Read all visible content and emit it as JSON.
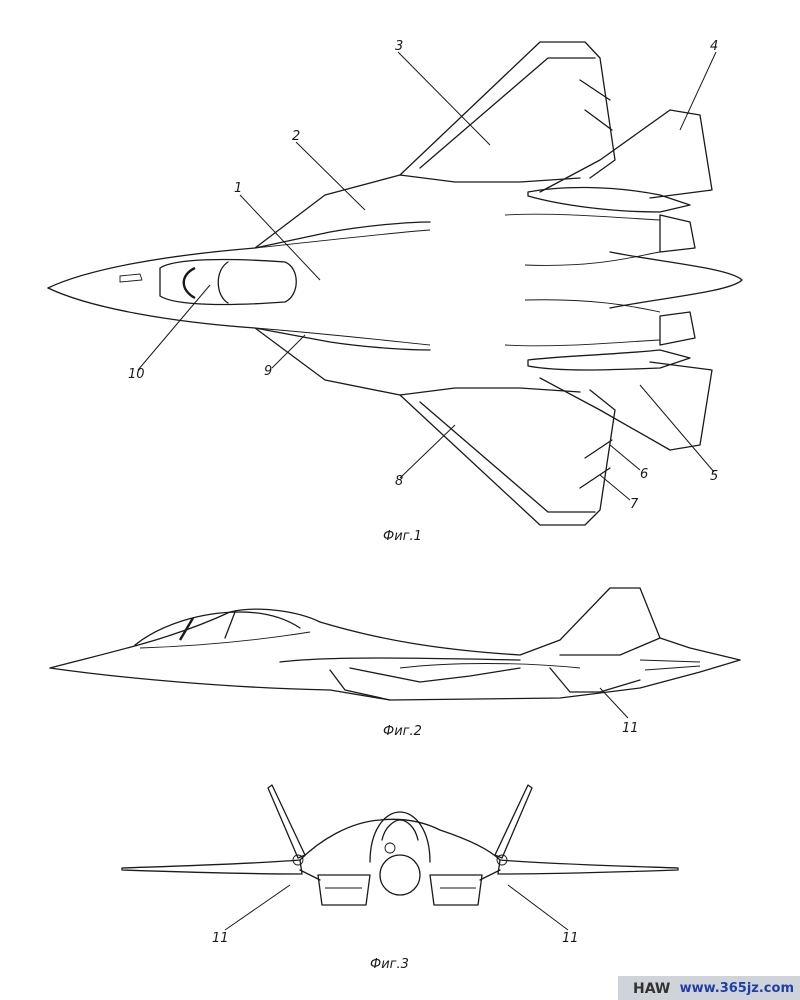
{
  "figures": {
    "fig1": {
      "caption": "Фиг.1"
    },
    "fig2": {
      "caption": "Фиг.2"
    },
    "fig3": {
      "caption": "Фиг.3"
    }
  },
  "callouts": {
    "fig1": [
      "1",
      "2",
      "3",
      "4",
      "5",
      "6",
      "7",
      "8",
      "9",
      "10"
    ],
    "fig2": [
      "11"
    ],
    "fig3": [
      "11",
      "11"
    ]
  },
  "watermark": {
    "left": "HAW",
    "site": "www.365jz.com"
  }
}
